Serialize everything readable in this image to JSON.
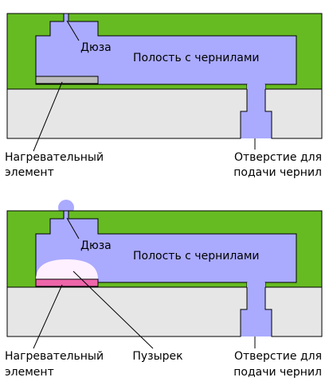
{
  "colors": {
    "body": "#66bb22",
    "ink": "#aaaaff",
    "substrate": "#e6e6e6",
    "heater_idle": "#bbbbbb",
    "heater_active": "#ee66aa",
    "bubble": "#fff0ff",
    "outline": "#000000"
  },
  "labels": {
    "nozzle": "Дюза",
    "chamber": "Полость с чернилами",
    "heater_line1": "Нагревательный",
    "heater_line2": "элемент",
    "inlet_line1": "Отверстие для",
    "inlet_line2": "подачи чернил",
    "bubble": "Пузырек"
  },
  "panels": [
    {
      "state": "idle",
      "droplet": false,
      "bubble": false
    },
    {
      "state": "firing",
      "droplet": true,
      "bubble": true
    }
  ]
}
